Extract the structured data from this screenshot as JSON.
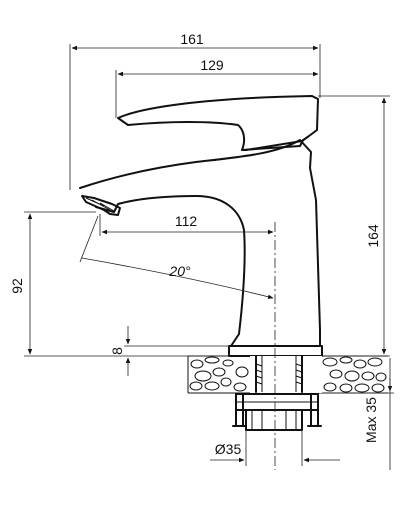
{
  "diagram": {
    "dimensions": {
      "overall_width": "161",
      "handle_length": "129",
      "spout_reach": "112",
      "overall_height": "164",
      "spout_height": "92",
      "base_height": "8",
      "angle": "20°",
      "thread_diameter": "Ø35",
      "max_deck": "Max 35"
    },
    "stroke_color": "#111111"
  }
}
